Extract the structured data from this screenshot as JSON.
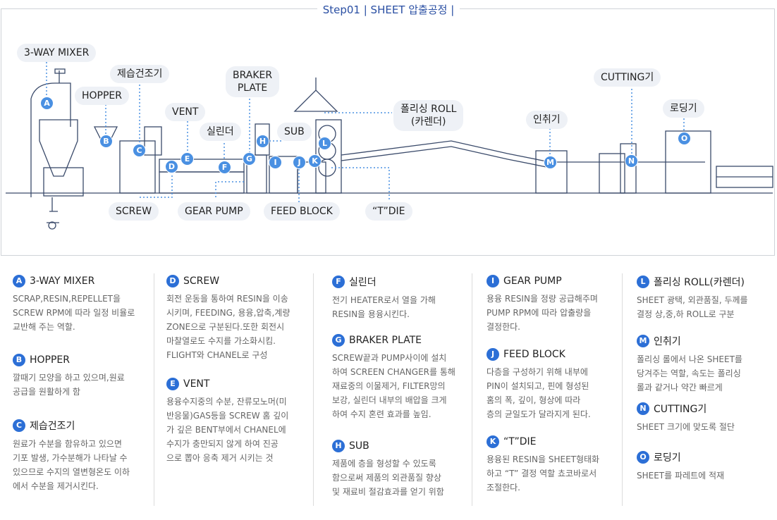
{
  "title": "Step01 | SHEET 압출공정 |",
  "labels": {
    "mixer": "3-WAY MIXER",
    "hopper": "HOPPER",
    "dryer": "제습건조기",
    "vent": "VENT",
    "cylinder": "실린더",
    "braker": "BRAKER\nPLATE",
    "sub": "SUB",
    "roll": "폴리싱 ROLL\n(카렌더)",
    "puller": "인취기",
    "cutting": "CUTTING기",
    "loading": "로딩기",
    "screw": "SCREW",
    "gearpump": "GEAR PUMP",
    "feedblock": "FEED BLOCK",
    "tdie": "“T”DIE"
  },
  "markers": [
    "A",
    "B",
    "C",
    "D",
    "E",
    "F",
    "G",
    "H",
    "I",
    "J",
    "K",
    "L",
    "M",
    "N",
    "O"
  ],
  "items": [
    {
      "badge": "A",
      "title": "3-WAY MIXER",
      "body": "SCRAP,RESIN,REPELLET을\nSCREW RPM에 따라 일정 비율로\n교반해 주는 역할."
    },
    {
      "badge": "B",
      "title": "HOPPER",
      "body": "깔때기 모양을 하고 있으며,원료\n공급을 원활하게 함"
    },
    {
      "badge": "C",
      "title": "제습건조기",
      "body": "원료가 수분을 함유하고 있으면\n기포 발생, 가수분해가 나타날 수\n있으므로 수지의 열변형온도 이하\n에서 수분을 제거시킨다."
    },
    {
      "badge": "D",
      "title": "SCREW",
      "body": "회전 운동을 통하여 RESIN을 이송\n시키며, FEEDING, 용융,압축,계량\nZONE으로 구분된다.또한 회전시\n마찰열로도 수지를 가소화시킴.\nFLIGHT와 CHANEL로 구성"
    },
    {
      "badge": "E",
      "title": "VENT",
      "body": "용융수지중의 수분, 잔류모노머(미\n반응물)GAS등을 SCREW 홈 깊이\n가 깊은 BENT부에서 CHANEL에\n수지가 충만되지 않게 하여 진공\n으로 뽑아 응축 제거 시키는 것"
    },
    {
      "badge": "F",
      "title": "실린더",
      "body": "전기 HEATER로서 열을 가해\nRESIN을 용융시킨다."
    },
    {
      "badge": "G",
      "title": "BRAKER PLATE",
      "body": "SCREW끝과 PUMP사이에 설치\n하여 SCREEN CHANGER를 통해\n재료중의 이물제거, FILTER망의\n보강, 실린더 내부의 배압을 크게\n하여 수지 혼련 효과를 높임."
    },
    {
      "badge": "H",
      "title": "SUB",
      "body": "제품에 층을 형성할 수 있도록\n함으로써 제품의 외관품질 향상\n및 재료비 절감효과를 얻기 위함"
    },
    {
      "badge": "I",
      "title": "GEAR PUMP",
      "body": "용융 RESIN을 정량 공급해주며\nPUMP RPM에 따라 압출량을\n결정한다."
    },
    {
      "badge": "J",
      "title": "FEED BLOCK",
      "body": "다층을 구성하기 위해 내부에\nPIN이 설치되고, 핀에 형성된\n홈의 폭, 깊이, 형상에 따라\n층의 균일도가 달라지게 된다."
    },
    {
      "badge": "K",
      "title": "“T”DIE",
      "body": "용융된 RESIN을 SHEET형태화\n하고 “T” 결정 역할 쵸코바로서\n조절한다."
    },
    {
      "badge": "L",
      "title": "폴리싱 ROLL(카렌더)",
      "body": "SHEET 광택, 외관품질, 두께를\n결정 상,중,하 ROLL로 구분"
    },
    {
      "badge": "M",
      "title": "인취기",
      "body": "폴리싱 롤에서 나온 SHEET를\n당겨주는 역할, 속도는 폴리싱\n롤과 같거나 약간 빠르게"
    },
    {
      "badge": "N",
      "title": "CUTTING기",
      "body": "SHEET 크기에 맞도록 절단"
    },
    {
      "badge": "O",
      "title": "로딩기",
      "body": "SHEET를 파레트에 적재"
    }
  ]
}
